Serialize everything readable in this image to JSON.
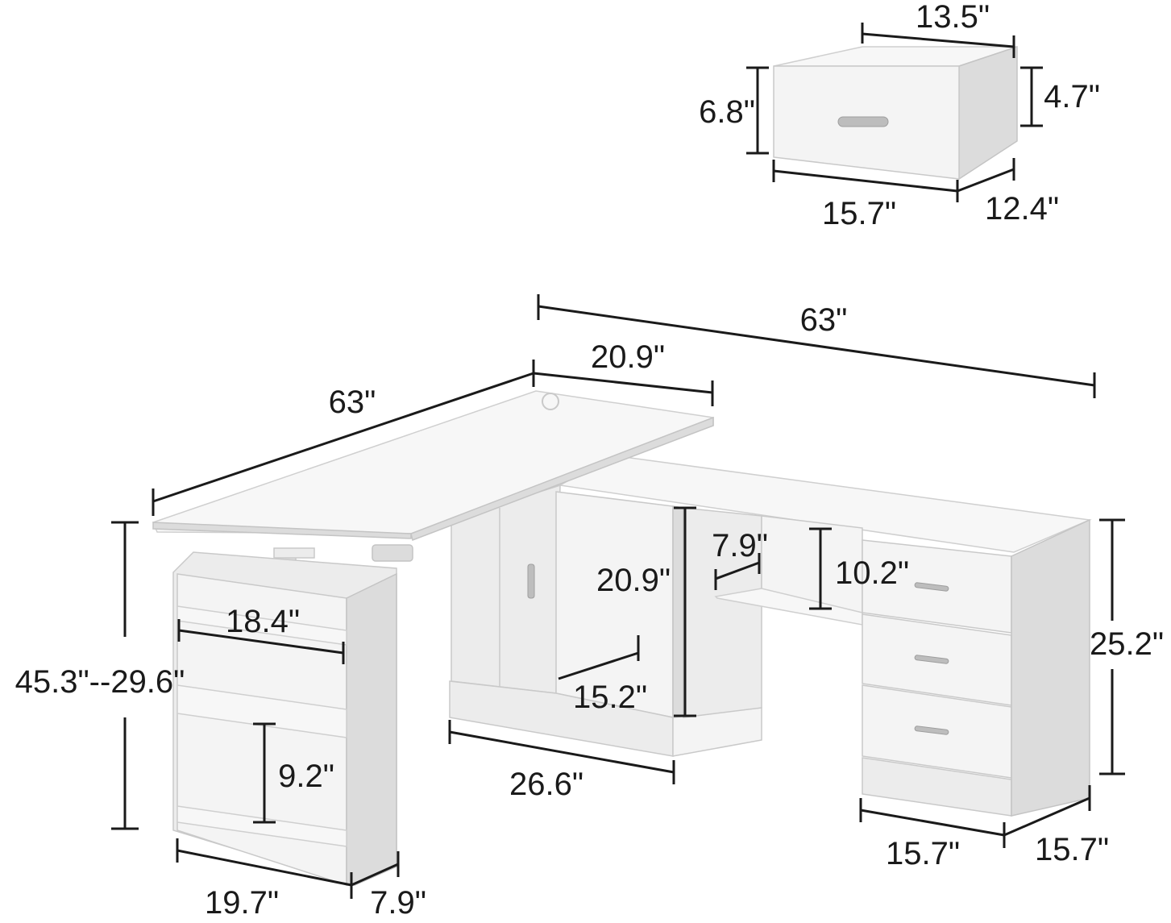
{
  "drawer_dimensions": {
    "width": "13.5\"",
    "front_height": "6.8\"",
    "side_height": "4.7\"",
    "front_width": "15.7\"",
    "depth": "12.4\""
  },
  "desk_dimensions": {
    "total_length": "63\"",
    "top_length": "63\"",
    "top_depth": "20.9\"",
    "height_range": "45.3\"--29.6\"",
    "shelf_width": "18.4\"",
    "shelf_height": "9.2\"",
    "bookshelf_width": "19.7\"",
    "bookshelf_depth": "7.9\"",
    "cabinet_height": "20.9\"",
    "cabinet_depth": "15.2\"",
    "cabinet_width": "26.6\"",
    "open_shelf_depth": "7.9\"",
    "open_shelf_height": "10.2\"",
    "drawer_unit_height": "25.2\"",
    "drawer_unit_width": "15.7\"",
    "drawer_unit_depth": "15.7\""
  }
}
